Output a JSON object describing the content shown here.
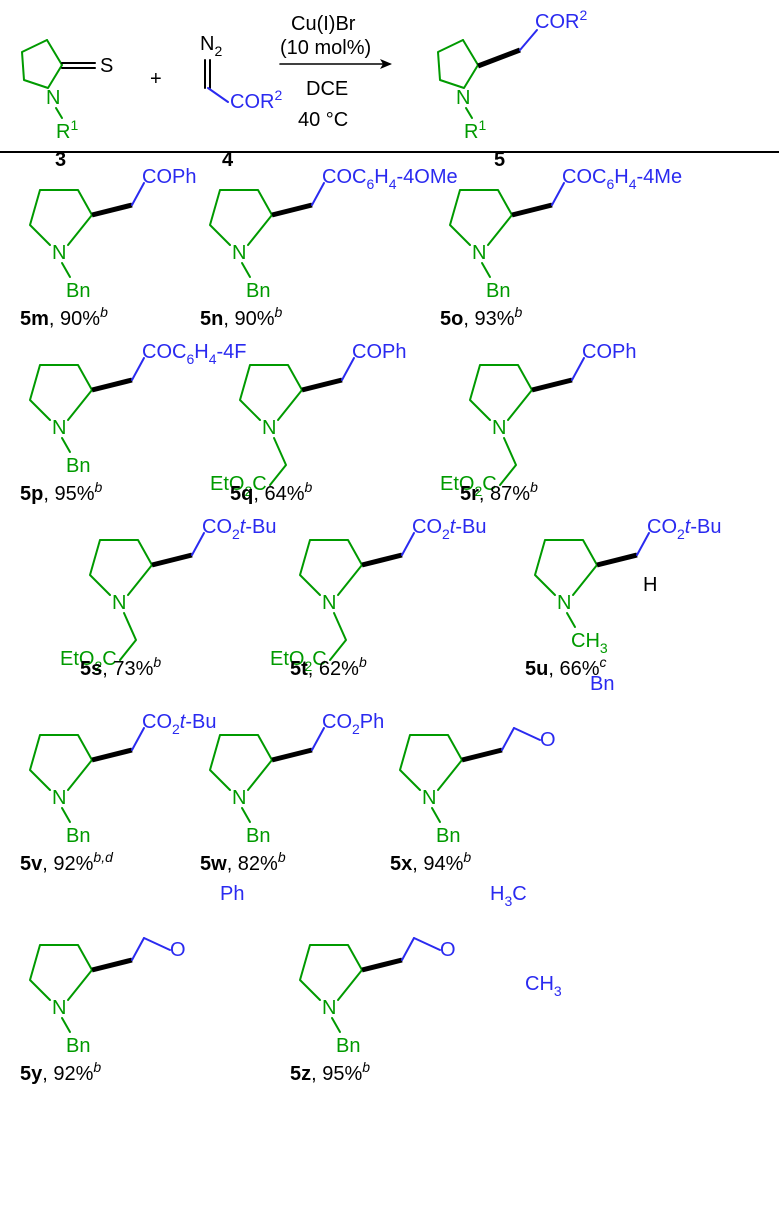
{
  "scheme": {
    "reactant_3_label": "3",
    "reactant_4_label": "4",
    "product_5_label": "5",
    "plus": "+",
    "reagent": "Cu(I)Br",
    "loading": "(10 mol%)",
    "solvent": "DCE",
    "temperature": "40 °C",
    "s_atom": "S",
    "n_atom": "N",
    "r1": "R",
    "r1_sup": "1",
    "n2": "N",
    "n2_sub": "2",
    "cor2": "COR",
    "cor2_sup": "2"
  },
  "products": [
    {
      "id": "5m",
      "yield": "90%",
      "note": "b",
      "n_sub": "Bn",
      "acyl": "COPh"
    },
    {
      "id": "5n",
      "yield": "90%",
      "note": "b",
      "n_sub": "Bn",
      "acyl": "COC6H4-4OMe"
    },
    {
      "id": "5o",
      "yield": "93%",
      "note": "b",
      "n_sub": "Bn",
      "acyl": "COC6H4-4Me"
    },
    {
      "id": "5p",
      "yield": "95%",
      "note": "b",
      "n_sub": "Bn",
      "acyl": "COC6H4-4F"
    },
    {
      "id": "5q",
      "yield": "64%",
      "note": "b",
      "n_sub": "EtO2C",
      "acyl": "COPh"
    },
    {
      "id": "5r",
      "yield": "87%",
      "note": "b",
      "n_sub": "EtO2C",
      "acyl": "COPh"
    },
    {
      "id": "5s",
      "yield": "73%",
      "note": "b",
      "n_sub": "EtO2C",
      "acyl": "CO2t-Bu"
    },
    {
      "id": "5t",
      "yield": "62%",
      "note": "b",
      "n_sub": "EtO2C",
      "acyl": "CO2t-Bu"
    },
    {
      "id": "5u",
      "yield": "66%",
      "note": "c",
      "n_sub": "CH3",
      "acyl": "CO2t-Bu",
      "h": "H"
    },
    {
      "id": "5v",
      "yield": "92%",
      "note": "b,d",
      "n_sub": "Bn",
      "acyl": "CO2t-Bu"
    },
    {
      "id": "5w",
      "yield": "82%",
      "note": "b",
      "n_sub": "Bn",
      "acyl": "CO2Ph"
    },
    {
      "id": "5x",
      "yield": "94%",
      "note": "b",
      "n_sub": "Bn",
      "o": "O",
      "bn": "Bn"
    },
    {
      "id": "5y",
      "yield": "92%",
      "note": "b",
      "n_sub": "Bn",
      "o": "O",
      "ph": "Ph"
    },
    {
      "id": "5z",
      "yield": "95%",
      "note": "b",
      "n_sub": "Bn",
      "o": "O",
      "h3c": "H3C",
      "ch3": "CH3"
    }
  ],
  "colors": {
    "ring": "#009a00",
    "acyl": "#2a2af0",
    "bond": "#000000"
  }
}
